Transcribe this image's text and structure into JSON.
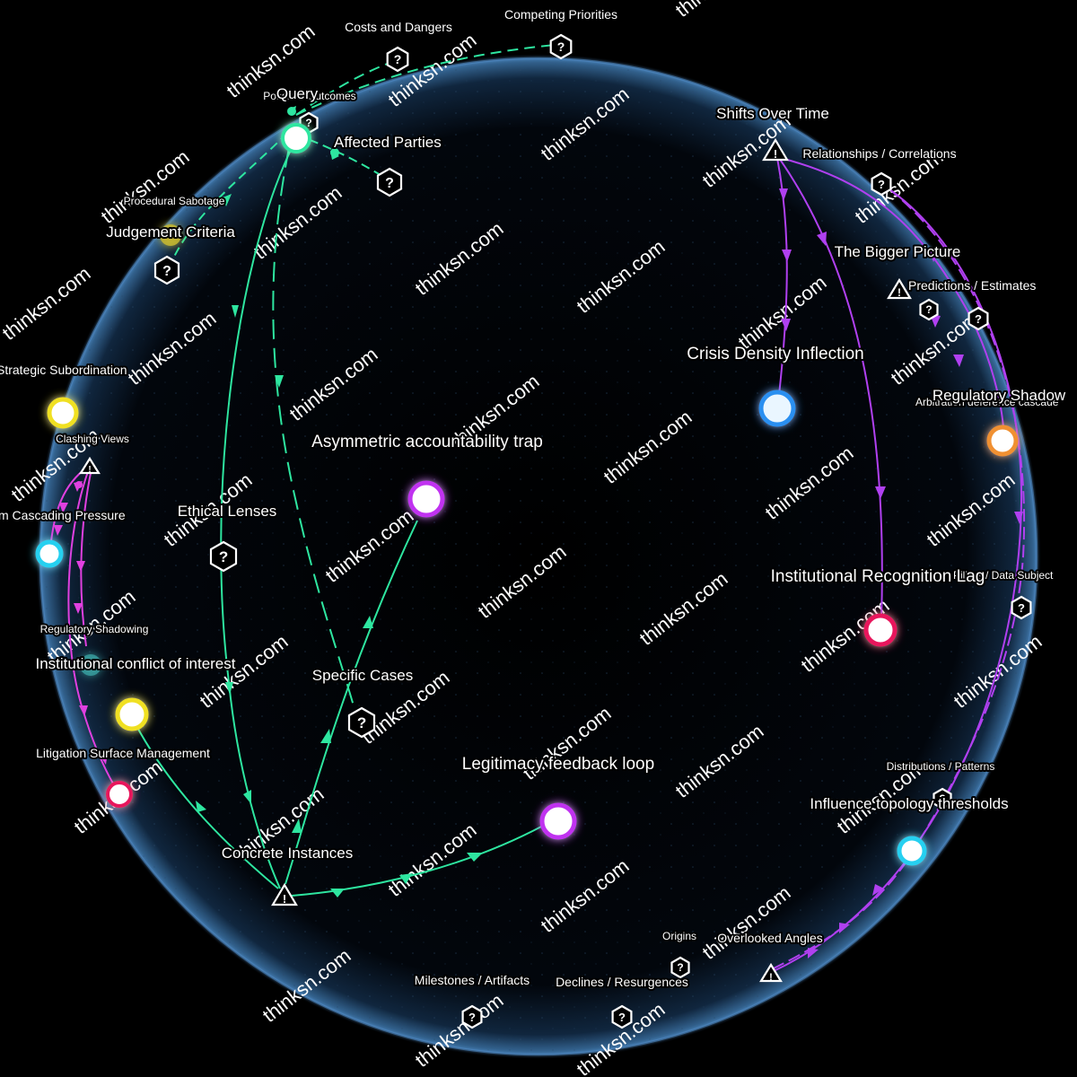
{
  "colors": {
    "background": "#000000",
    "sphere_edge": "#3a6e9e",
    "green_links": "#2ee6a0",
    "purple_links": "#b040f0",
    "magenta_links": "#e040e0"
  },
  "hub_nodes": {
    "query": "Query",
    "possible_outcomes": "Possible Outcomes",
    "affected_parties": "Affected Parties",
    "costs_and_dangers": "Costs and Dangers",
    "competing_priorities": "Competing Priorities",
    "procedural_sabotage": "Procedural Sabotage",
    "judgement_criteria": "Judgement Criteria",
    "ethical_lenses": "Ethical Lenses",
    "specific_cases": "Specific Cases",
    "concrete_instances": "Concrete Instances",
    "shifts_over_time": "Shifts Over Time",
    "relationships_correlations": "Relationships / Correlations",
    "the_bigger_picture": "The Bigger Picture",
    "predictions_estimates": "Predictions / Estimates",
    "arbitration_cascade": "Arbitration deference cascade",
    "pillars_data_subject": "Pillars / Data Subject",
    "distributions_patterns": "Distributions / Patterns",
    "overlooked_angles": "Overlooked Angles",
    "origins": "Origins",
    "declines_resurgences": "Declines / Resurgences",
    "milestones_artifacts": "Milestones / Artifacts",
    "clashing_views": "Clashing Views",
    "strategic_subordination": "Strategic Subordination",
    "cascading_pressure": "m Cascading Pressure",
    "regulatory_shadowing": "Regulatory Shadowing",
    "litigation_surface": "Litigation Surface Management"
  },
  "insight_nodes": {
    "asymmetric_trap": "Asymmetric accountability trap",
    "legitimacy_loop": "Legitimacy feedback loop",
    "crisis_density": "Crisis Density Inflection",
    "institutional_recognition_lag": "Institutional Recognition Lag",
    "regulatory_shadow": "Regulatory Shadow",
    "influence_topology": "Influence topology thresholds",
    "institutional_conflict": "Institutional conflict of interest"
  },
  "icons": {
    "question": "question-hexagon-icon",
    "warning": "warning-triangle-icon",
    "question_glyph": "?",
    "warning_glyph": "!"
  },
  "watermark": "thinksn.com"
}
